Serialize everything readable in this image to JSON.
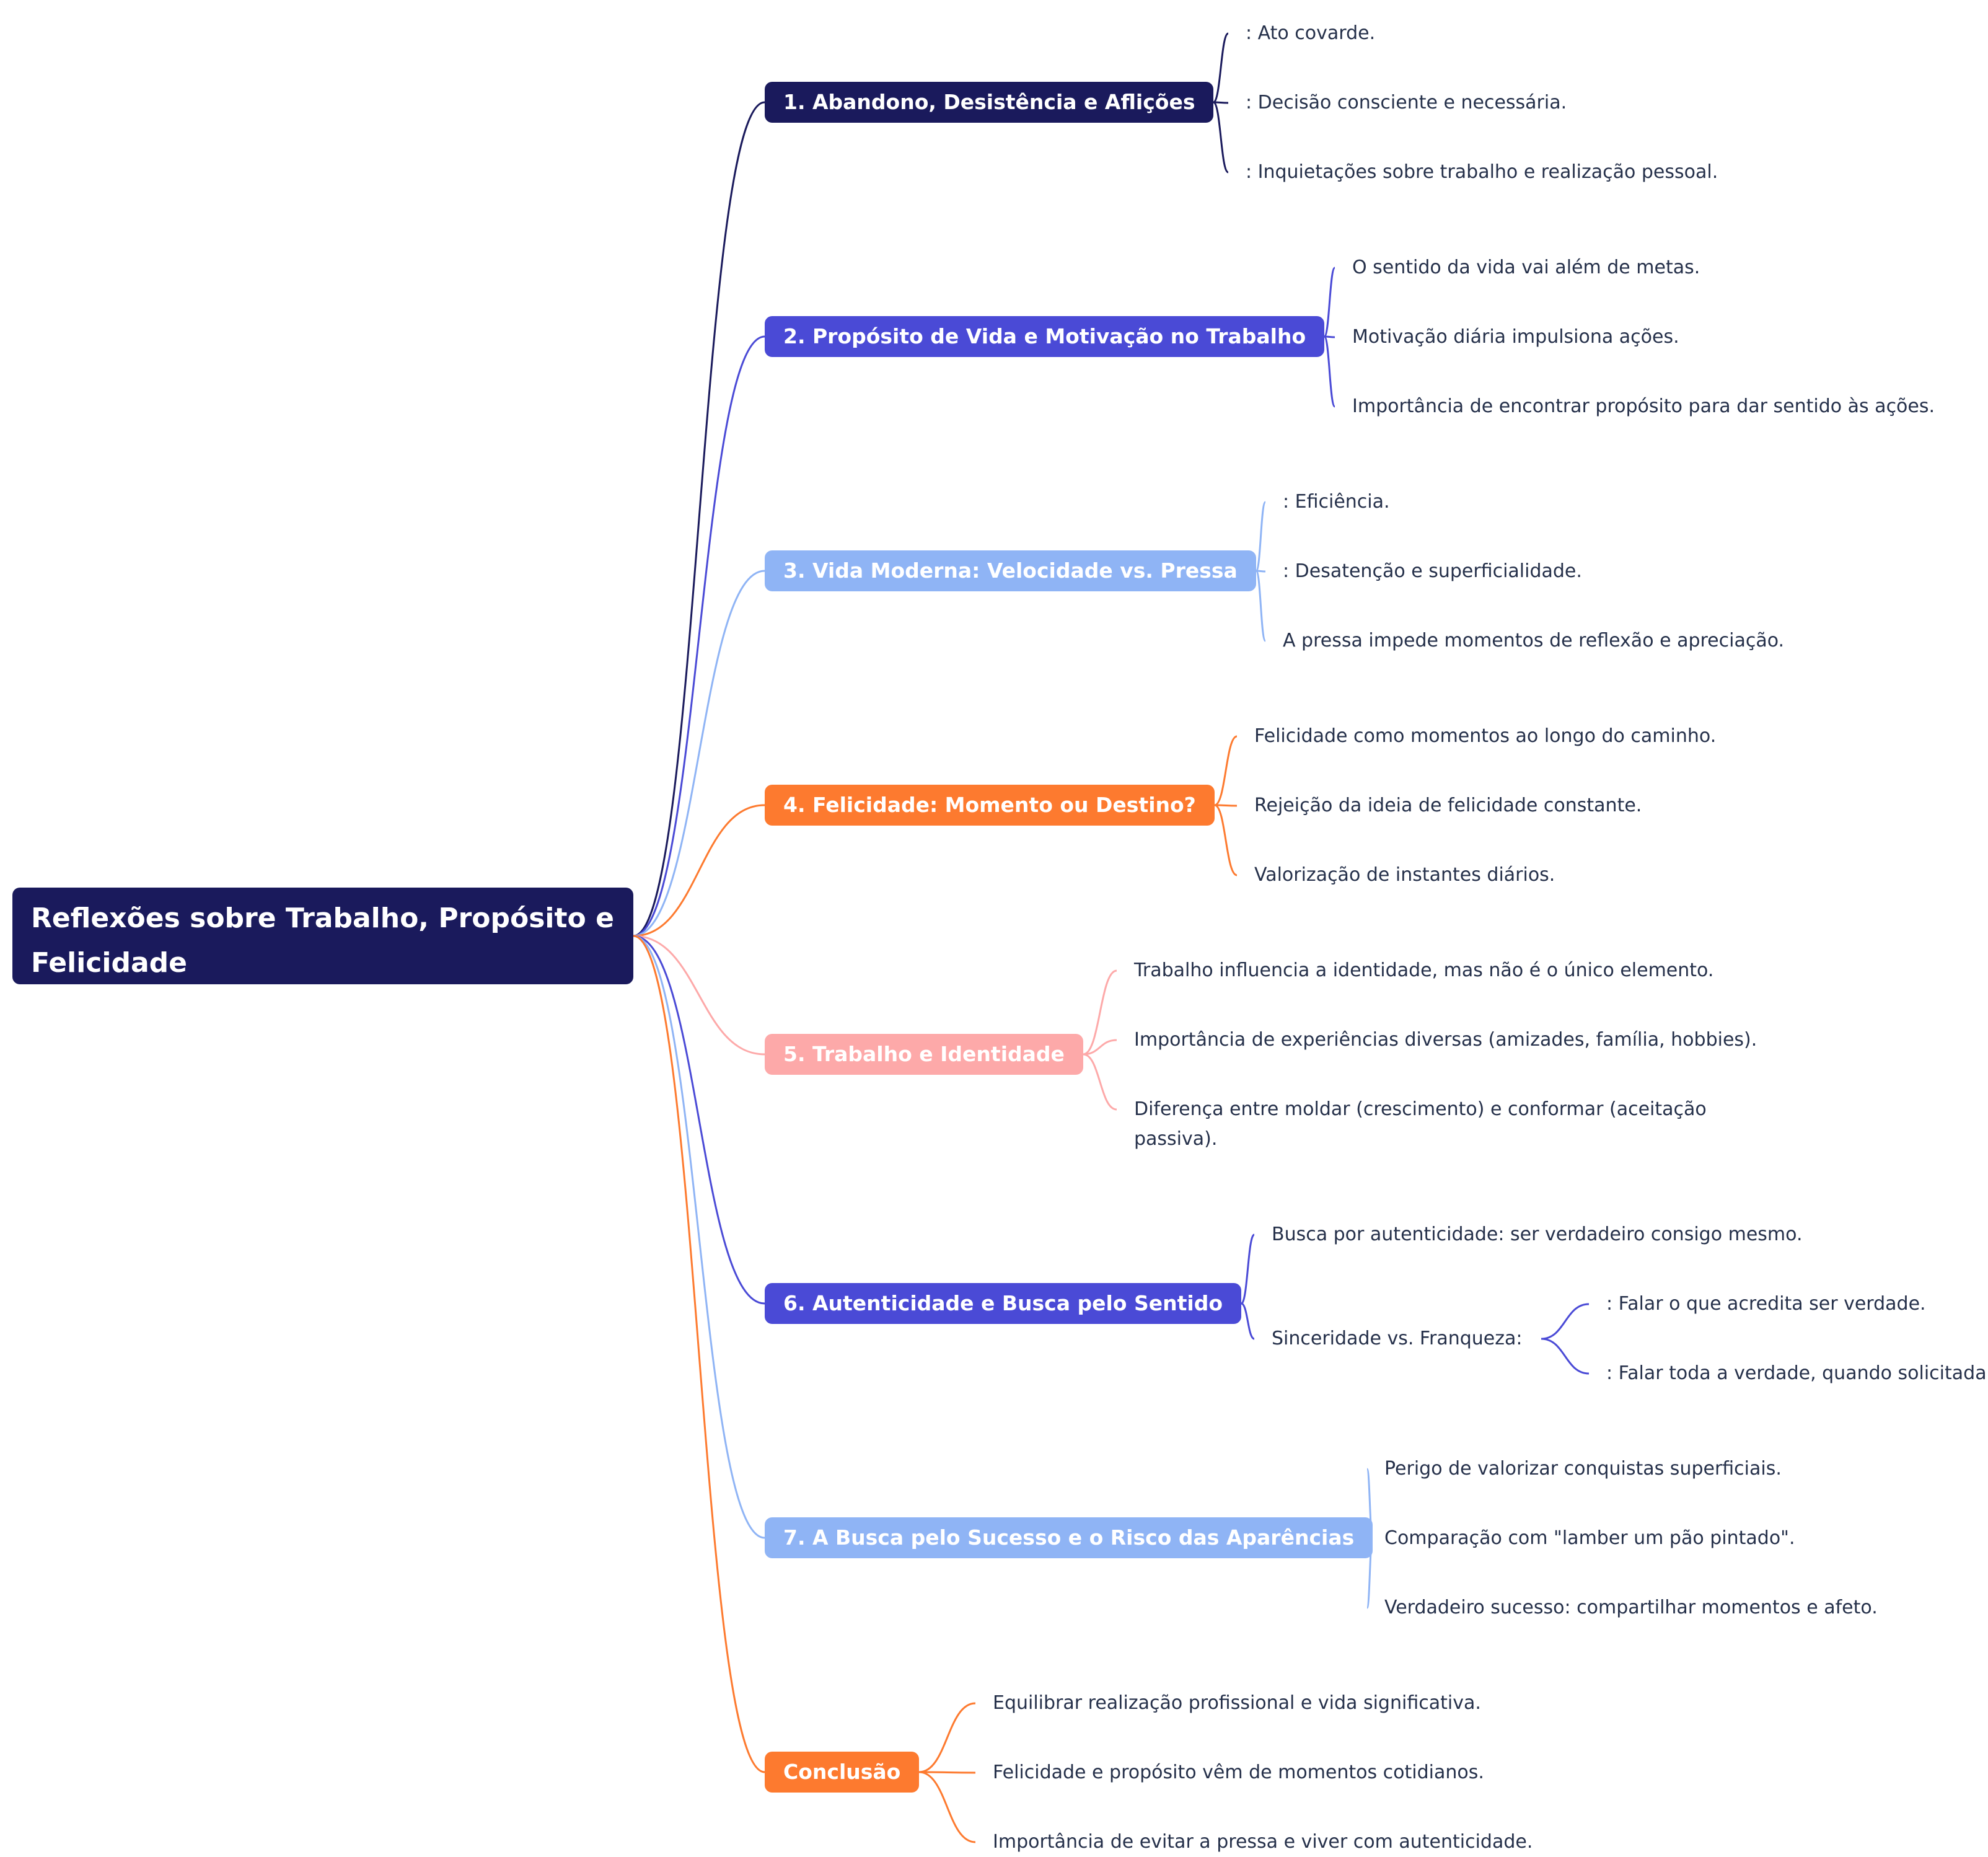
{
  "root": {
    "title": "Reflexões sobre Trabalho, Propósito e Felicidade"
  },
  "colors": {
    "navy": "#1a1a5c",
    "indigo": "#4a4ad6",
    "light_blue": "#8fb4f5",
    "orange": "#fd7a2f",
    "pink": "#fda9a9",
    "text": "#25304a"
  },
  "branches": [
    {
      "label": "1. Abandono, Desistência e Aflições",
      "color": "#1a1a5c",
      "children": [
        {
          "text": ": Ato covarde."
        },
        {
          "text": ": Decisão consciente e necessária."
        },
        {
          "text": ": Inquietações sobre trabalho e realização pessoal."
        }
      ]
    },
    {
      "label": "2. Propósito de Vida e Motivação no Trabalho",
      "color": "#4a4ad6",
      "children": [
        {
          "text": "O sentido da vida vai além de metas."
        },
        {
          "text": "Motivação diária impulsiona ações."
        },
        {
          "text": "Importância de encontrar propósito para dar sentido às ações."
        }
      ]
    },
    {
      "label": "3. Vida Moderna: Velocidade vs. Pressa",
      "color": "#8fb4f5",
      "children": [
        {
          "text": ": Eficiência."
        },
        {
          "text": ": Desatenção e superficialidade."
        },
        {
          "text": "A pressa impede momentos de reflexão e apreciação."
        }
      ]
    },
    {
      "label": "4. Felicidade: Momento ou Destino?",
      "color": "#fd7a2f",
      "children": [
        {
          "text": "Felicidade como momentos ao longo do caminho."
        },
        {
          "text": "Rejeição da ideia de felicidade constante."
        },
        {
          "text": "Valorização de instantes diários."
        }
      ]
    },
    {
      "label": "5. Trabalho e Identidade",
      "color": "#fda9a9",
      "children": [
        {
          "text": "Trabalho influencia a identidade, mas não é o único elemento."
        },
        {
          "text": "Importância de experiências diversas (amizades, família, hobbies)."
        },
        {
          "text": "Diferença entre moldar (crescimento) e conformar (aceitação passiva)."
        }
      ]
    },
    {
      "label": "6. Autenticidade e Busca pelo Sentido",
      "color": "#4a4ad6",
      "children": [
        {
          "text": "Busca por autenticidade: ser verdadeiro consigo mesmo."
        },
        {
          "text": "Sinceridade vs. Franqueza:",
          "children": [
            {
              "text": ": Falar o que acredita ser verdade."
            },
            {
              "text": ": Falar toda a verdade, quando solicitada."
            }
          ]
        }
      ]
    },
    {
      "label": "7. A Busca pelo Sucesso e o Risco das Aparências",
      "color": "#8fb4f5",
      "children": [
        {
          "text": "Perigo de valorizar conquistas superficiais."
        },
        {
          "text": "Comparação com \"lamber um pão pintado\"."
        },
        {
          "text": "Verdadeiro sucesso: compartilhar momentos e afeto."
        }
      ]
    },
    {
      "label": "Conclusão",
      "color": "#fd7a2f",
      "children": [
        {
          "text": "Equilibrar realização profissional e vida significativa."
        },
        {
          "text": "Felicidade e propósito vêm de momentos cotidianos."
        },
        {
          "text": "Importância de evitar a pressa e viver com autenticidade."
        }
      ]
    }
  ]
}
